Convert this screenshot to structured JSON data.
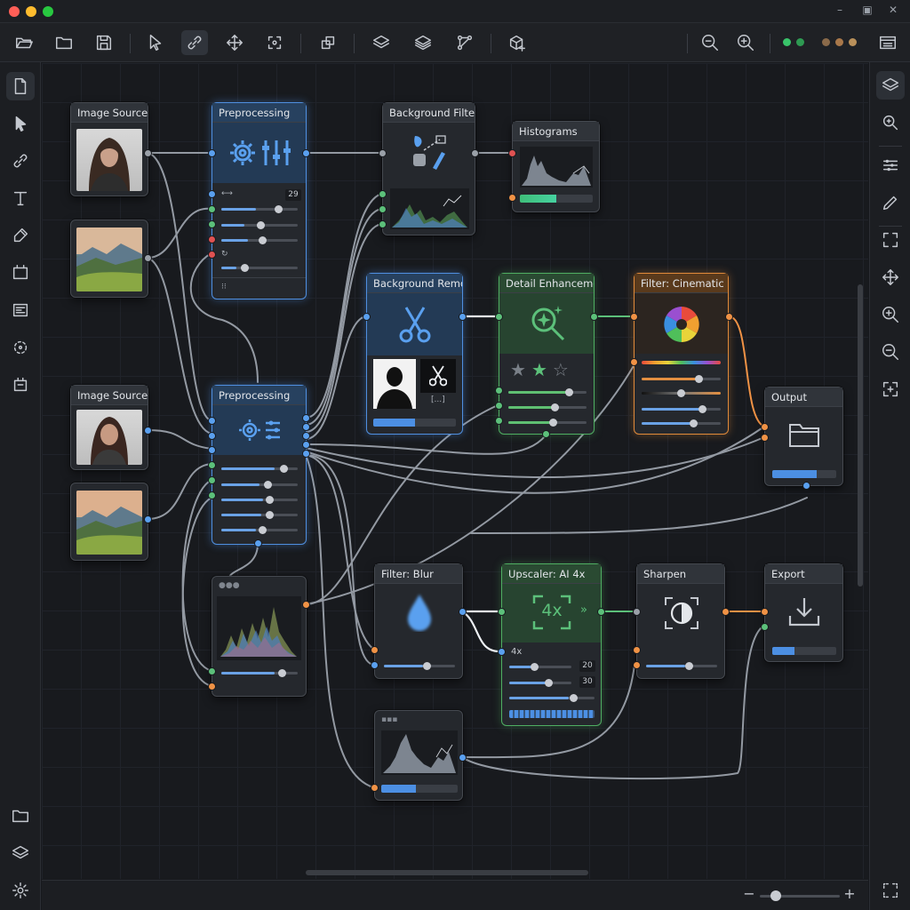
{
  "window": {
    "controls": [
      "–",
      "▣",
      "✕"
    ]
  },
  "toolbar": {
    "buttons": [
      "open-folder",
      "folder",
      "save",
      "select",
      "link",
      "move",
      "crop",
      "transform",
      "layers",
      "layers-alt",
      "graph",
      "3d-add",
      "zoom-out",
      "zoom-in"
    ],
    "status_colors": [
      "#39c46a",
      "#2e9a52",
      "#8a6a4a",
      "#a9784a",
      "#b9905a"
    ]
  },
  "colors": {
    "accent_blue": "#4f8fe0",
    "accent_green": "#4fae62",
    "accent_orange": "#e08a3a",
    "port_red": "#e05252"
  },
  "nodes": {
    "image_source_1": {
      "title": "Image Source"
    },
    "image_source_2": {
      "title": "Image Source"
    },
    "preprocessing_1": {
      "title": "Preprocessing",
      "value": "29"
    },
    "preprocessing_2": {
      "title": "Preprocessing"
    },
    "background_filter": {
      "title": "Background Filter"
    },
    "histograms": {
      "title": "Histograms",
      "progress": 0.5
    },
    "background_removal": {
      "title": "Background Removal",
      "caption": "[...]",
      "progress": 0.5
    },
    "detail_enhancement": {
      "title": "Detail Enhancement"
    },
    "filter_cinematic": {
      "title": "Filter: Cinematic"
    },
    "output": {
      "title": "Output",
      "progress": 0.7
    },
    "filter_blur": {
      "title": "Filter: Blur"
    },
    "upscaler": {
      "title": "Upscaler: AI 4x",
      "badge": "4x",
      "label": "4x",
      "value_1": "20",
      "value_2": "30"
    },
    "sharpen": {
      "title": "Sharpen"
    },
    "export": {
      "title": "Export",
      "progress": 0.35
    }
  },
  "zoom": {
    "minus": "−",
    "plus": "+",
    "level": 0.2
  }
}
